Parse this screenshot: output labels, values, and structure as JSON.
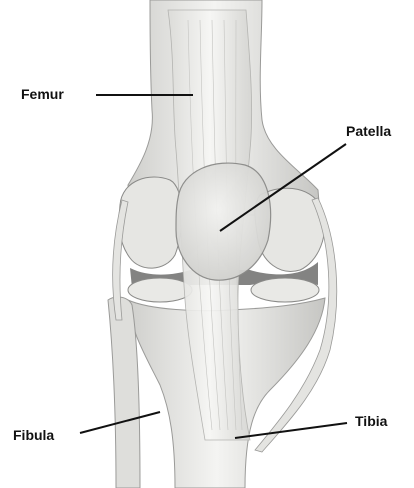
{
  "labels": {
    "femur": "Femur",
    "patella": "Patella",
    "fibula": "Fibula",
    "tibia": "Tibia"
  },
  "colors": {
    "background": "#ffffff",
    "bone_fill": "#ededeb",
    "bone_shade": "#c9c9c6",
    "outline": "#8a8a88",
    "leader_line": "#111111",
    "label_text": "#111111"
  }
}
